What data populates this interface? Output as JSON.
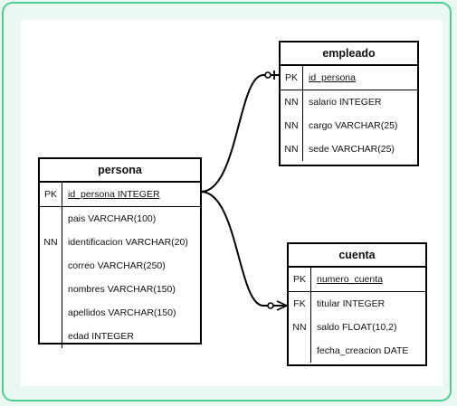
{
  "entities": {
    "empleado": {
      "name": "empleado",
      "pk": {
        "key": "PK",
        "attr": "id_persona"
      },
      "rows": [
        {
          "key": "NN",
          "attr": "salario INTEGER"
        },
        {
          "key": "NN",
          "attr": "cargo VARCHAR(25)"
        },
        {
          "key": "NN",
          "attr": "sede VARCHAR(25)"
        }
      ]
    },
    "persona": {
      "name": "persona",
      "pk": {
        "key": "PK",
        "attr": "id_persona INTEGER"
      },
      "rows": [
        {
          "key": "",
          "attr": "pais  VARCHAR(100)"
        },
        {
          "key": "NN",
          "attr": "identificacion VARCHAR(20)"
        },
        {
          "key": "",
          "attr": "correo  VARCHAR(250)"
        },
        {
          "key": "",
          "attr": "nombres VARCHAR(150)"
        },
        {
          "key": "",
          "attr": "apellidos VARCHAR(150)"
        },
        {
          "key": "",
          "attr": "edad INTEGER"
        }
      ]
    },
    "cuenta": {
      "name": "cuenta",
      "pk": {
        "key": "PK",
        "attr": "numero_cuenta"
      },
      "rows": [
        {
          "key": "FK",
          "attr": "titular INTEGER"
        },
        {
          "key": "NN",
          "attr": "saldo FLOAT(10,2)"
        },
        {
          "key": "",
          "attr": "fecha_creacion DATE"
        }
      ]
    }
  }
}
